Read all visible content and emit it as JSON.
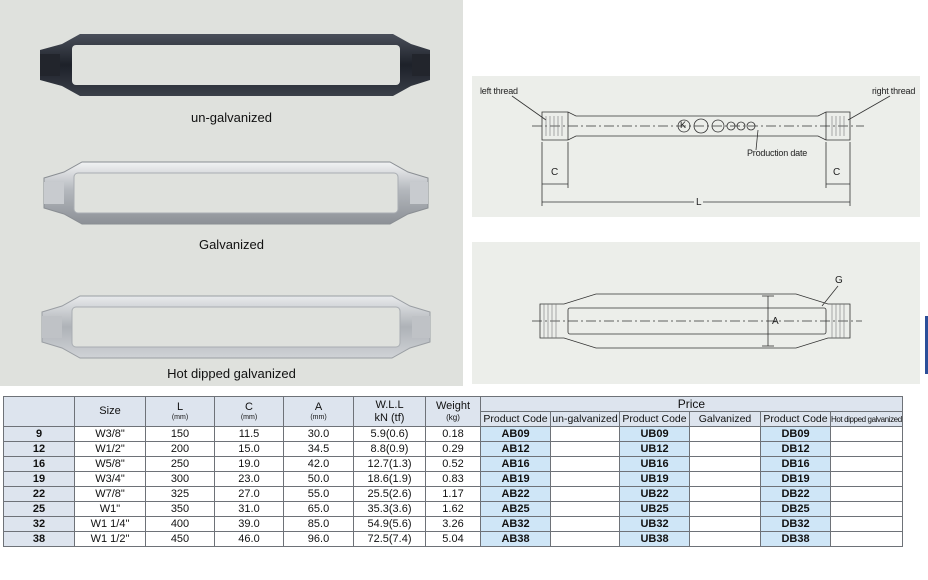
{
  "photos": {
    "labels": [
      "un-galvanized",
      "Galvanized",
      "Hot dipped galvanized"
    ]
  },
  "diagram_top": {
    "left_thread": "left thread",
    "right_thread": "right thread",
    "production_date": "Production date",
    "c_left": "C",
    "c_right": "C",
    "l": "L",
    "mark": "K"
  },
  "diagram_bottom": {
    "g": "G",
    "a": "A"
  },
  "table": {
    "headers": {
      "size": "Size",
      "l": "L",
      "l_unit": "(mm)",
      "c": "C",
      "c_unit": "(mm)",
      "a": "A",
      "a_unit": "(mm)",
      "wll": "W.L.L",
      "wll_unit": "kN (tf)",
      "weight": "Weight",
      "weight_unit": "(kg)",
      "price": "Price",
      "product_code_1": "Product Code",
      "ungalvanized": "un-galvanized",
      "product_code_2": "Product Code",
      "galvanized": "Galvanized",
      "product_code_3": "Product Code",
      "hot_dipped": "Hot dipped galvanized"
    },
    "rows": [
      {
        "key": "9",
        "size": "W3/8\"",
        "l": "150",
        "c": "11.5",
        "a": "30.0",
        "wll": "5.9(0.6)",
        "weight": "0.18",
        "ab": "AB09",
        "ug": "",
        "ub": "UB09",
        "g": "",
        "db": "DB09",
        "hd": ""
      },
      {
        "key": "12",
        "size": "W1/2\"",
        "l": "200",
        "c": "15.0",
        "a": "34.5",
        "wll": "8.8(0.9)",
        "weight": "0.29",
        "ab": "AB12",
        "ug": "",
        "ub": "UB12",
        "g": "",
        "db": "DB12",
        "hd": ""
      },
      {
        "key": "16",
        "size": "W5/8\"",
        "l": "250",
        "c": "19.0",
        "a": "42.0",
        "wll": "12.7(1.3)",
        "weight": "0.52",
        "ab": "AB16",
        "ug": "",
        "ub": "UB16",
        "g": "",
        "db": "DB16",
        "hd": ""
      },
      {
        "key": "19",
        "size": "W3/4\"",
        "l": "300",
        "c": "23.0",
        "a": "50.0",
        "wll": "18.6(1.9)",
        "weight": "0.83",
        "ab": "AB19",
        "ug": "",
        "ub": "UB19",
        "g": "",
        "db": "DB19",
        "hd": ""
      },
      {
        "key": "22",
        "size": "W7/8\"",
        "l": "325",
        "c": "27.0",
        "a": "55.0",
        "wll": "25.5(2.6)",
        "weight": "1.17",
        "ab": "AB22",
        "ug": "",
        "ub": "UB22",
        "g": "",
        "db": "DB22",
        "hd": ""
      },
      {
        "key": "25",
        "size": "W1\"",
        "l": "350",
        "c": "31.0",
        "a": "65.0",
        "wll": "35.3(3.6)",
        "weight": "1.62",
        "ab": "AB25",
        "ug": "",
        "ub": "UB25",
        "g": "",
        "db": "DB25",
        "hd": ""
      },
      {
        "key": "32",
        "size": "W1 1/4\"",
        "l": "400",
        "c": "39.0",
        "a": "85.0",
        "wll": "54.9(5.6)",
        "weight": "3.26",
        "ab": "AB32",
        "ug": "",
        "ub": "UB32",
        "g": "",
        "db": "DB32",
        "hd": ""
      },
      {
        "key": "38",
        "size": "W1 1/2\"",
        "l": "450",
        "c": "46.0",
        "a": "96.0",
        "wll": "72.5(7.4)",
        "weight": "5.04",
        "ab": "AB38",
        "ug": "",
        "ub": "UB38",
        "g": "",
        "db": "DB38",
        "hd": ""
      }
    ]
  },
  "colors": {
    "header_bg": "#dde4ee",
    "code_bg": "#cfe6f7",
    "photo_bg": "#dfe1dd",
    "diagram_bg": "#eceeea"
  }
}
